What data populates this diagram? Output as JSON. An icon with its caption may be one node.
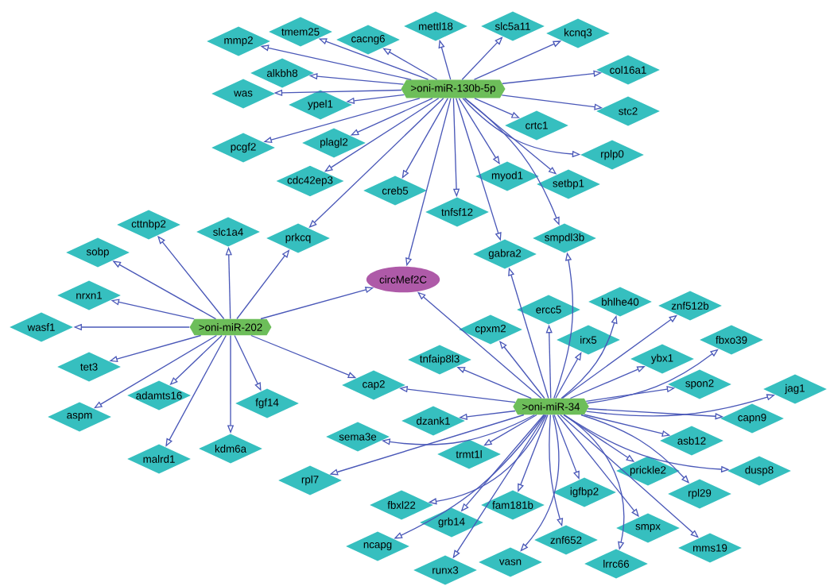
{
  "diagram": {
    "nodes": [
      {
        "text": [
          ">oni-miR-130b-5p"
        ]
      },
      {
        "text": [
          "mmp2"
        ]
      },
      {
        "text": [
          "tmem25"
        ]
      },
      {
        "text": [
          "cacng6"
        ]
      },
      {
        "text": [
          "mettl18"
        ]
      },
      {
        "text": [
          "slc5a11"
        ]
      },
      {
        "text": [
          "kcnq3"
        ]
      },
      {
        "text": [
          "col16a1"
        ]
      },
      {
        "text": [
          "was"
        ]
      },
      {
        "text": [
          "alkbh8"
        ]
      },
      {
        "text": [
          "ypel1"
        ]
      },
      {
        "text": [
          "pcgf2"
        ]
      },
      {
        "text": [
          "plagl2"
        ]
      },
      {
        "text": [
          "cdc42ep3"
        ]
      },
      {
        "text": [
          "creb5"
        ]
      },
      {
        "text": [
          "tnfsf12"
        ]
      },
      {
        "text": [
          "myod1"
        ]
      },
      {
        "text": [
          "setbp1"
        ]
      },
      {
        "text": [
          "crtc1"
        ]
      },
      {
        "text": [
          "rplp0"
        ]
      },
      {
        "text": [
          "stc2"
        ]
      },
      {
        "text": [
          "prkcq"
        ]
      },
      {
        "text": [
          "gabra2"
        ]
      },
      {
        "text": [
          "smpdl3b"
        ]
      },
      {
        "text": [
          "circMef2C"
        ]
      },
      {
        "text": [
          ">oni-miR-202"
        ]
      },
      {
        "text": [
          "cttnbp2"
        ]
      },
      {
        "text": [
          "slc1a4"
        ]
      },
      {
        "text": [
          "sobp"
        ]
      },
      {
        "text": [
          "nrxn1"
        ]
      },
      {
        "text": [
          "wasf1"
        ]
      },
      {
        "text": [
          "tet3"
        ]
      },
      {
        "text": [
          "aspm"
        ]
      },
      {
        "text": [
          "adamts16"
        ]
      },
      {
        "text": [
          "malrd1"
        ]
      },
      {
        "text": [
          "kdm6a"
        ]
      },
      {
        "text": [
          "fgf14"
        ]
      },
      {
        "text": [
          "cap2"
        ]
      },
      {
        "text": [
          ">oni-miR-34"
        ]
      },
      {
        "text": [
          "ercc5"
        ]
      },
      {
        "text": [
          "bhlhe40"
        ]
      },
      {
        "text": [
          "znf512b"
        ]
      },
      {
        "text": [
          "cpxm2"
        ]
      },
      {
        "text": [
          "irx5"
        ]
      },
      {
        "text": [
          "tnfaip8l3"
        ]
      },
      {
        "text": [
          "ybx1"
        ]
      },
      {
        "text": [
          "fbxo39"
        ]
      },
      {
        "text": [
          "spon2"
        ]
      },
      {
        "text": [
          "jag1"
        ]
      },
      {
        "text": [
          "capn9"
        ]
      },
      {
        "text": [
          "dzank1"
        ]
      },
      {
        "text": [
          "sema3e"
        ]
      },
      {
        "text": [
          "asb12"
        ]
      },
      {
        "text": [
          "dusp8"
        ]
      },
      {
        "text": [
          "rpl7"
        ]
      },
      {
        "text": [
          "trmt1l"
        ]
      },
      {
        "text": [
          "prickle2"
        ]
      },
      {
        "text": [
          "rpl29"
        ]
      },
      {
        "text": [
          "fbxl22"
        ]
      },
      {
        "text": [
          "igfbp2"
        ]
      },
      {
        "text": [
          "fam181b"
        ]
      },
      {
        "text": [
          "grb14"
        ]
      },
      {
        "text": [
          "smpx"
        ]
      },
      {
        "text": [
          "mms19"
        ]
      },
      {
        "text": [
          "znf652"
        ]
      },
      {
        "text": [
          "ncapg"
        ]
      },
      {
        "text": [
          "runx3"
        ]
      },
      {
        "text": [
          "vasn"
        ]
      },
      {
        "text": [
          "lrrc66"
        ]
      }
    ],
    "edges": [
      {
        "from": 0,
        "to": 1,
        "arrow": "to"
      },
      {
        "from": 0,
        "to": 2,
        "arrow": "to"
      },
      {
        "from": 0,
        "to": 3,
        "arrow": "to"
      },
      {
        "from": 0,
        "to": 4,
        "arrow": "to"
      },
      {
        "from": 0,
        "to": 5,
        "arrow": "to"
      },
      {
        "from": 0,
        "to": 6,
        "arrow": "to"
      },
      {
        "from": 0,
        "to": 7,
        "arrow": "to"
      },
      {
        "from": 0,
        "to": 8,
        "arrow": "to"
      },
      {
        "from": 0,
        "to": 9,
        "arrow": "to"
      },
      {
        "from": 0,
        "to": 10,
        "arrow": "to"
      },
      {
        "from": 0,
        "to": 11,
        "arrow": "to"
      },
      {
        "from": 0,
        "to": 12,
        "arrow": "to"
      },
      {
        "from": 0,
        "to": 13,
        "arrow": "to"
      },
      {
        "from": 0,
        "to": 14,
        "arrow": "to"
      },
      {
        "from": 0,
        "to": 15,
        "arrow": "to"
      },
      {
        "from": 0,
        "to": 16,
        "arrow": "to"
      },
      {
        "from": 0,
        "to": 17,
        "arrow": "to"
      },
      {
        "from": 0,
        "to": 18,
        "arrow": "to"
      },
      {
        "from": 0,
        "to": 19,
        "arrow": "to"
      },
      {
        "from": 0,
        "to": 20,
        "arrow": "to"
      },
      {
        "from": 0,
        "to": 21,
        "arrow": "to"
      },
      {
        "from": 0,
        "to": 22,
        "arrow": "to"
      },
      {
        "from": 0,
        "to": 23,
        "arrow": "to"
      },
      {
        "from": 0,
        "to": 24,
        "arrow": "to"
      },
      {
        "from": 25,
        "to": 21,
        "arrow": "to"
      },
      {
        "from": 25,
        "to": 24,
        "arrow": "to"
      },
      {
        "from": 25,
        "to": 26,
        "arrow": "to"
      },
      {
        "from": 25,
        "to": 27,
        "arrow": "to"
      },
      {
        "from": 25,
        "to": 28,
        "arrow": "to"
      },
      {
        "from": 25,
        "to": 29,
        "arrow": "to"
      },
      {
        "from": 25,
        "to": 30,
        "arrow": "to"
      },
      {
        "from": 25,
        "to": 31,
        "arrow": "to"
      },
      {
        "from": 25,
        "to": 32,
        "arrow": "to"
      },
      {
        "from": 25,
        "to": 33,
        "arrow": "to"
      },
      {
        "from": 25,
        "to": 34,
        "arrow": "to"
      },
      {
        "from": 25,
        "to": 35,
        "arrow": "to"
      },
      {
        "from": 25,
        "to": 36,
        "arrow": "to"
      },
      {
        "from": 25,
        "to": 37,
        "arrow": "to"
      },
      {
        "from": 38,
        "to": 24,
        "arrow": "to"
      },
      {
        "from": 38,
        "to": 22,
        "arrow": "to"
      },
      {
        "from": 38,
        "to": 23,
        "arrow": "to"
      },
      {
        "from": 38,
        "to": 37,
        "arrow": "to"
      },
      {
        "from": 38,
        "to": 39,
        "arrow": "to"
      },
      {
        "from": 38,
        "to": 40,
        "arrow": "to"
      },
      {
        "from": 38,
        "to": 41,
        "arrow": "to"
      },
      {
        "from": 38,
        "to": 42,
        "arrow": "to"
      },
      {
        "from": 38,
        "to": 43,
        "arrow": "to"
      },
      {
        "from": 38,
        "to": 44,
        "arrow": "to"
      },
      {
        "from": 38,
        "to": 45,
        "arrow": "to"
      },
      {
        "from": 38,
        "to": 46,
        "arrow": "to"
      },
      {
        "from": 38,
        "to": 47,
        "arrow": "to"
      },
      {
        "from": 38,
        "to": 48,
        "arrow": "to"
      },
      {
        "from": 38,
        "to": 49,
        "arrow": "to"
      },
      {
        "from": 38,
        "to": 50,
        "arrow": "to"
      },
      {
        "from": 38,
        "to": 51,
        "arrow": "to"
      },
      {
        "from": 38,
        "to": 52,
        "arrow": "to"
      },
      {
        "from": 38,
        "to": 53,
        "arrow": "to"
      },
      {
        "from": 38,
        "to": 54,
        "arrow": "to"
      },
      {
        "from": 38,
        "to": 55,
        "arrow": "to"
      },
      {
        "from": 38,
        "to": 56,
        "arrow": "to"
      },
      {
        "from": 38,
        "to": 57,
        "arrow": "to"
      },
      {
        "from": 38,
        "to": 58,
        "arrow": "to"
      },
      {
        "from": 38,
        "to": 59,
        "arrow": "to"
      },
      {
        "from": 38,
        "to": 60,
        "arrow": "to"
      },
      {
        "from": 38,
        "to": 61,
        "arrow": "to"
      },
      {
        "from": 38,
        "to": 62,
        "arrow": "to"
      },
      {
        "from": 38,
        "to": 63,
        "arrow": "to"
      },
      {
        "from": 38,
        "to": 64,
        "arrow": "to"
      },
      {
        "from": 38,
        "to": 65,
        "arrow": "to"
      },
      {
        "from": 38,
        "to": 66,
        "arrow": "to"
      },
      {
        "from": 38,
        "to": 67,
        "arrow": "to"
      },
      {
        "from": 38,
        "to": 68,
        "arrow": "to"
      }
    ]
  }
}
